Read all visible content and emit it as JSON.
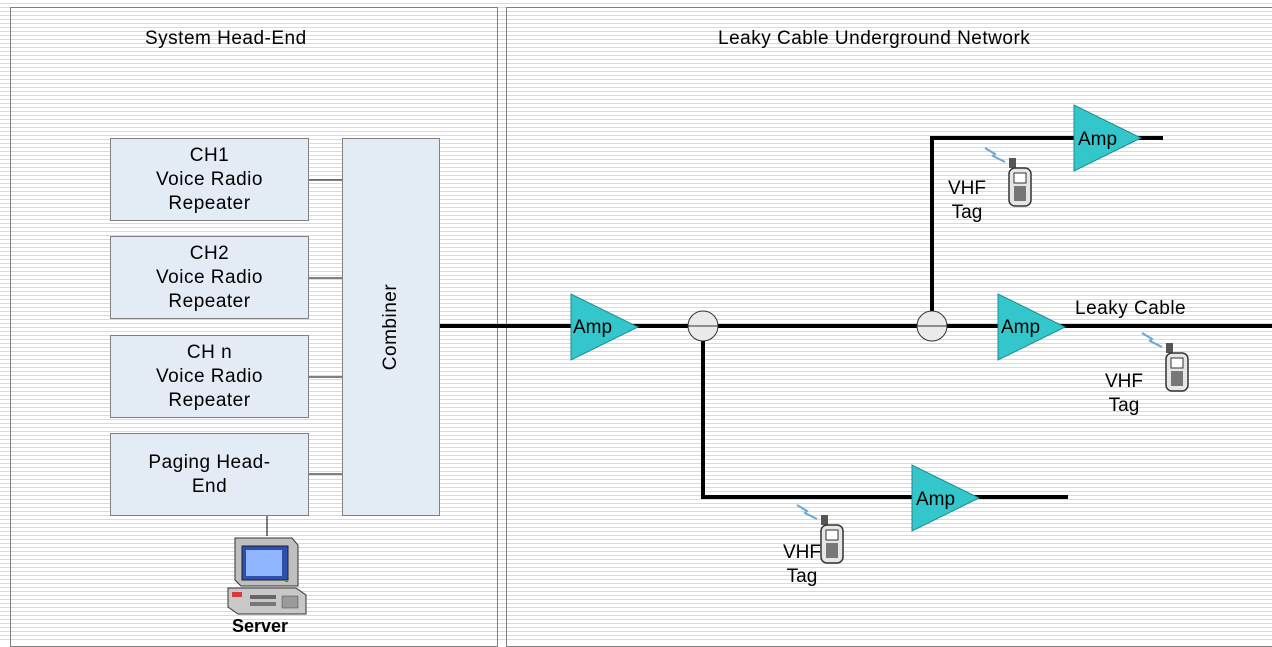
{
  "headend": {
    "title": "System Head-End",
    "channels": [
      {
        "line1": "CH1",
        "line2": "Voice Radio",
        "line3": "Repeater"
      },
      {
        "line1": "CH2",
        "line2": "Voice Radio",
        "line3": "Repeater"
      },
      {
        "line1": "CH n",
        "line2": "Voice Radio",
        "line3": "Repeater"
      }
    ],
    "paging": {
      "line1": "Paging Head-",
      "line2": "End"
    },
    "combiner": "Combiner",
    "server": "Server"
  },
  "network": {
    "title": "Leaky Cable Underground Network",
    "amp_label": "Amp",
    "cable_label": "Leaky Cable",
    "tag": {
      "line1": "VHF",
      "line2": "Tag"
    }
  },
  "colors": {
    "amplifier": "#33c7cc",
    "box_fill": "#e3ebf5",
    "line": "#000000"
  }
}
